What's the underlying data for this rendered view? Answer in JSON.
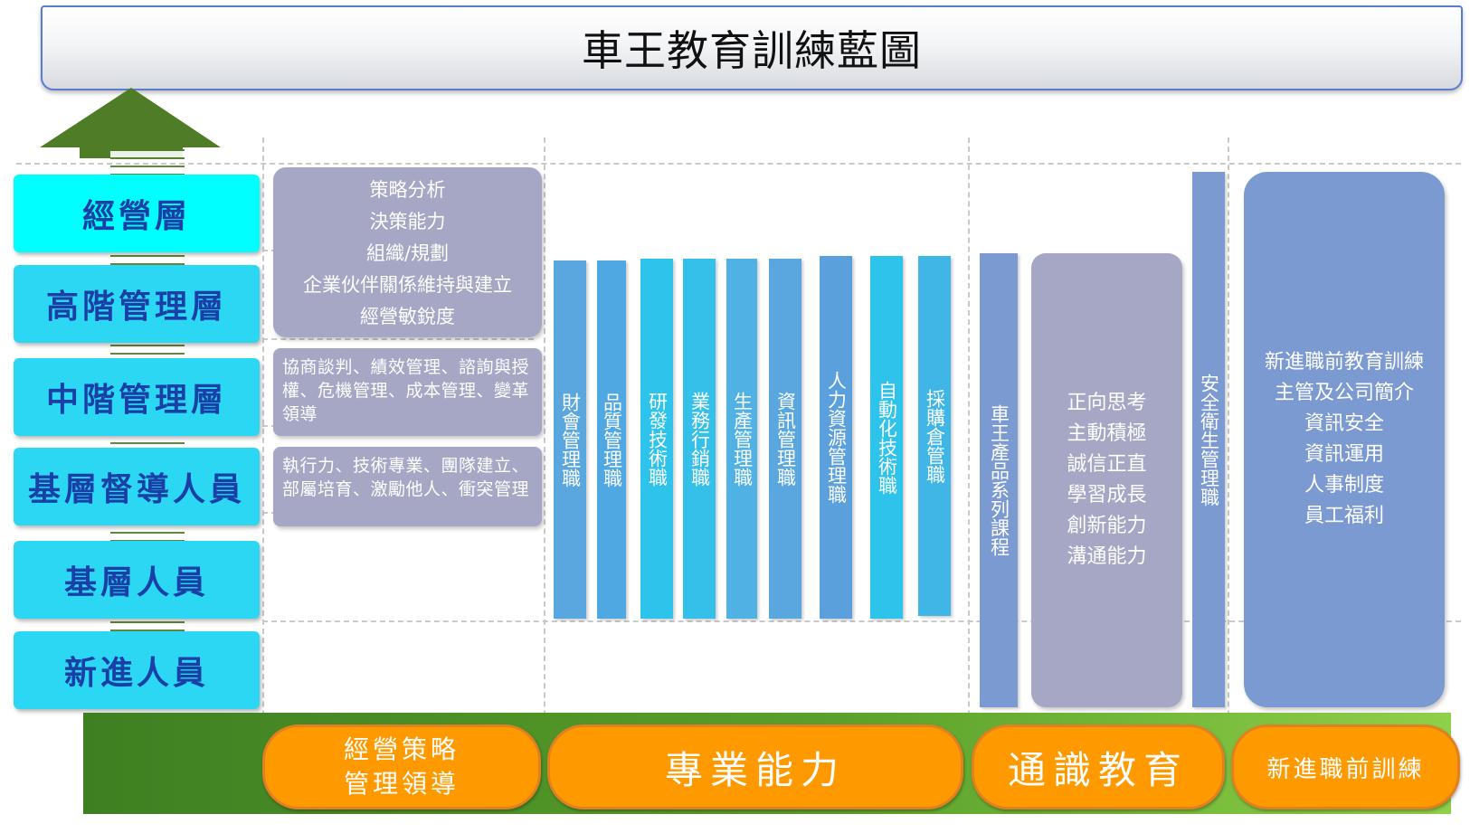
{
  "title": "車王教育訓練藍圖",
  "levels": [
    "經營層",
    "高階管理層",
    "中階管理層",
    "基層督導人員",
    "基層人員",
    "新進人員"
  ],
  "management": {
    "top_items": [
      "策略分析",
      "決策能力",
      "組織/規劃",
      "企業伙伴關係維持與建立",
      "經營敏銳度"
    ],
    "middle_text": "協商談判、績效管理、諮詢與授權、危機管理、成本管理、變革領導",
    "supervisor_text": "執行力、技術專業、團隊建立、部屬培育、激勵他人、衝突管理"
  },
  "professional_tracks": [
    "財會管理職",
    "品質管理職",
    "研發技術職",
    "業務行銷職",
    "生產管理職",
    "資訊管理職",
    "人力資源管理職",
    "自動化技術職",
    "採購倉管職"
  ],
  "general": {
    "product_series": "車王產品系列課程",
    "competencies": [
      "正向思考",
      "主動積極",
      "誠信正直",
      "學習成長",
      "創新能力",
      "溝通能力"
    ],
    "safety": "安全衛生管理職"
  },
  "orientation_items": [
    "新進職前教育訓練",
    "主管及公司簡介",
    "資訊安全",
    "資訊運用",
    "人事制度",
    "員工福利"
  ],
  "categories": {
    "management_line1": "經營策略",
    "management_line2": "管理領導",
    "professional": "專業能力",
    "general": "通識教育",
    "orientation": "新進職前訓練"
  },
  "colors": {
    "level_top": "#00ffff",
    "level": "#2bd7f2",
    "level_text": "#1a3fa6",
    "arrow": "#4f7c27",
    "gray_box": "#a5a7c5",
    "steel_box": "#7b9ad2",
    "pill": "#ff9900",
    "ground": "#5aa02a"
  }
}
